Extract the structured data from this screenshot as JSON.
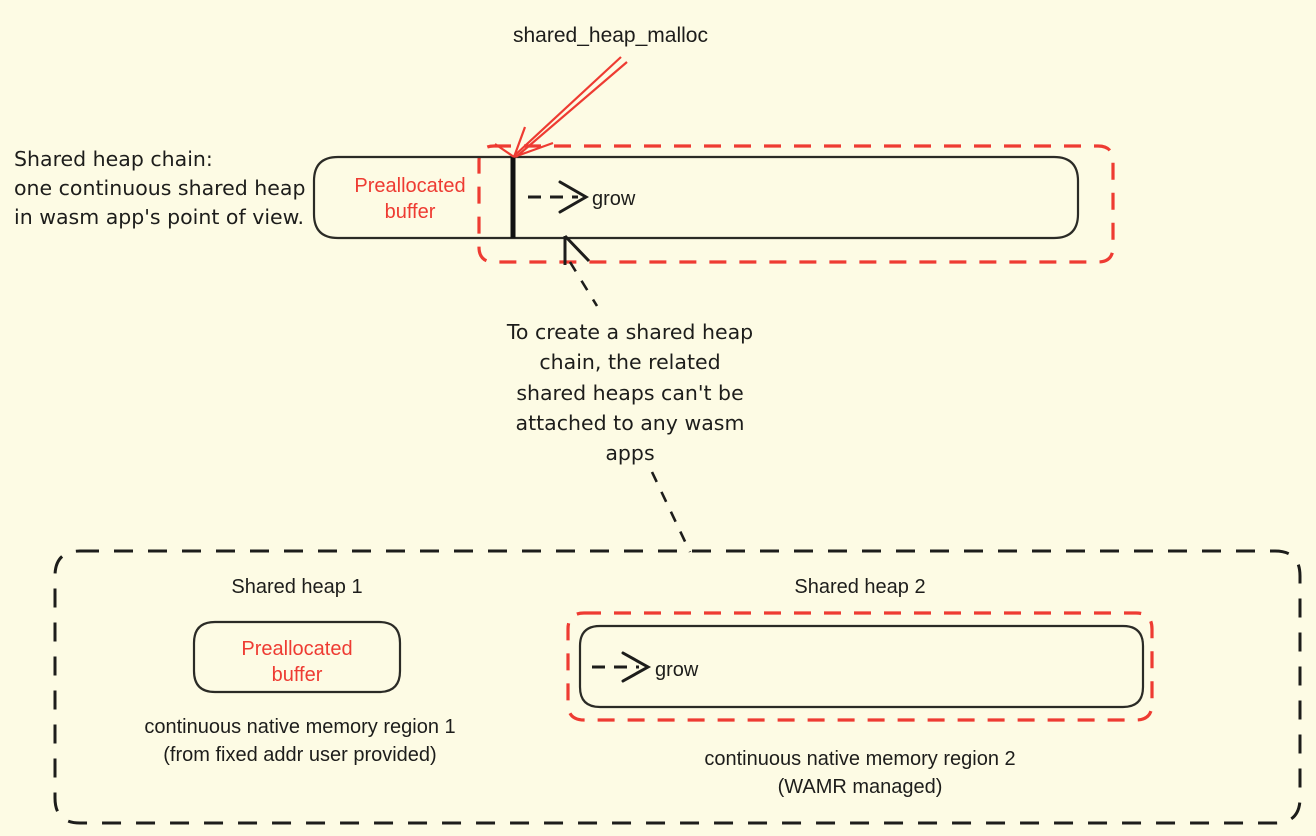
{
  "diagram": {
    "title": "WAMR shared heap chain diagram",
    "background_color": "#FDFBE4",
    "accent_red": "#ee3b32",
    "ink_black": "#1d1d1b"
  },
  "top": {
    "malloc_label": "shared_heap_malloc",
    "caption": "Shared heap chain:\none continuous shared heap\nin wasm app's point of view.",
    "preallocated_buffer": "Preallocated\nbuffer",
    "grow_label": "grow"
  },
  "middle": {
    "annotation": "To create a shared heap\nchain, the related\nshared heaps can't be\nattached to any wasm\napps"
  },
  "bottom": {
    "heap1_title": "Shared heap 1",
    "heap2_title": "Shared heap 2",
    "heap1_box_label": "Preallocated\nbuffer",
    "heap2_grow_label": "grow",
    "heap1_caption": "continuous native memory region 1\n(from fixed addr user provided)",
    "heap2_caption": "continuous native memory region 2\n(WAMR managed)"
  }
}
